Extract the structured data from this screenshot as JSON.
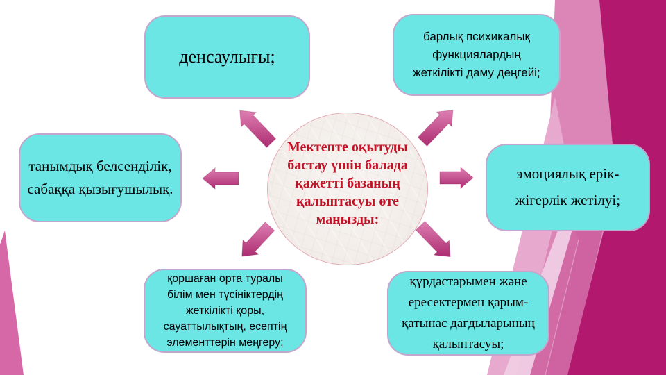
{
  "theme": {
    "box_fill": "#6BE6E5",
    "box_border": "#C3A6CC",
    "arrow_light": "#DE7FB2",
    "arrow_dark": "#AC2C71",
    "band_base": "#DC86B8",
    "band_light": "#E7A9CE",
    "band_lighter": "#F0CFE4",
    "band_dark": "#B2186E",
    "band_medium": "#CD5F9F",
    "corner_triangle": "#D668A8",
    "ellipse_border": "#E4ABB6",
    "center_text": "#C11226"
  },
  "center": {
    "text": "Мектепте оқытуды бастау үшін балада қажетті базаның қалыптасуы өте маңызды:"
  },
  "boxes": {
    "top_left": {
      "text": "денсаулығы;"
    },
    "top_right": {
      "text": "барлық психикалық функциялардың жеткілікті даму деңгейі;"
    },
    "left": {
      "text": "танымдық белсенділік, сабаққа қызығушылық."
    },
    "right": {
      "text": "эмоциялық ерік- жігерлік жетілуі;"
    },
    "bottom_left": {
      "text": "қоршаған орта туралы білім мен түсініктердің жеткілікті қоры, сауаттылықтың, есептің элементтерін меңгеру;"
    },
    "bottom_right": {
      "text": "құрдастарымен және ересектермен қарым- қатынас дағдыларының қалыптасуы;"
    }
  }
}
